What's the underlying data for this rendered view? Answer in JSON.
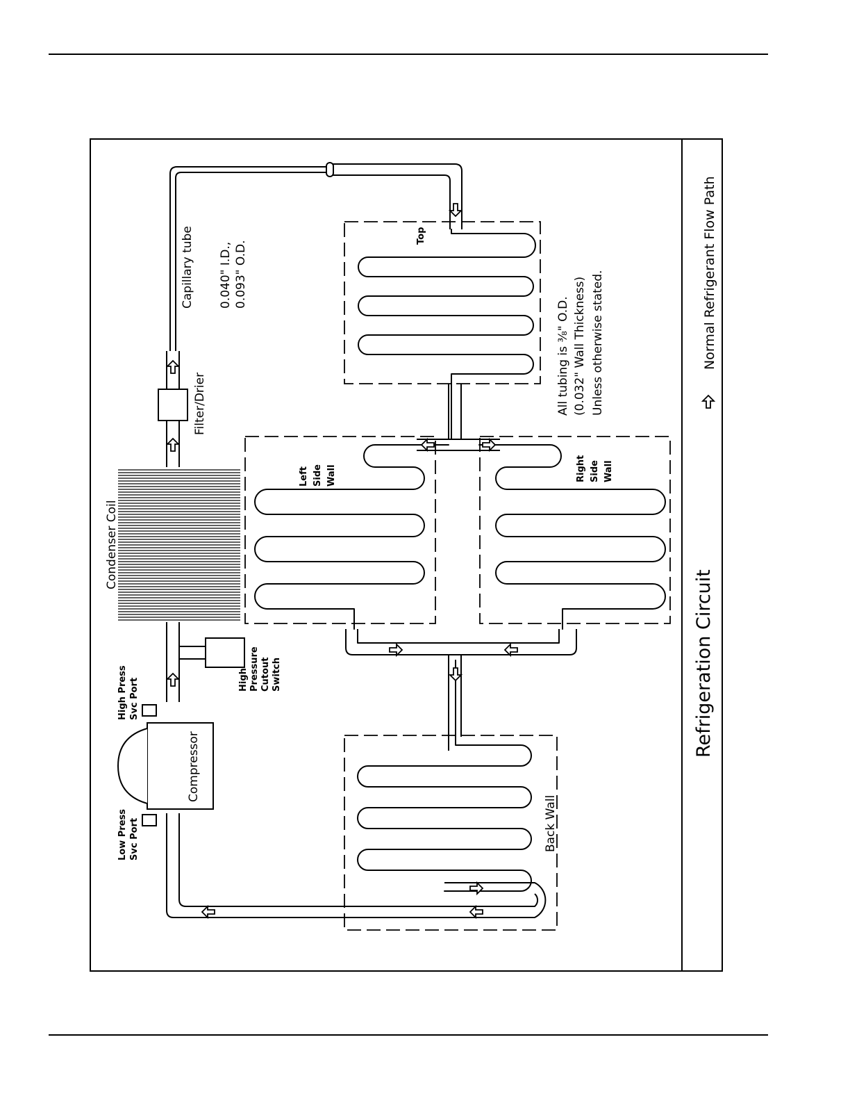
{
  "diagram": {
    "title": "Refrigeration Circuit",
    "legend": "Normal Refrigerant Flow Path",
    "labels": {
      "low_press": [
        "Low Press",
        "Svc Port"
      ],
      "high_press": [
        "High Press",
        "Svc Port"
      ],
      "compressor": "Compressor",
      "condenser": "Condenser Coil",
      "filter": "Filter/Drier",
      "capillary": "Capillary tube",
      "capillary_spec": [
        "0.040\" I.D.,",
        "0.093\" O.D."
      ],
      "hp_switch": [
        "High",
        "Pressure",
        "Cutout",
        "Switch"
      ],
      "left_wall": [
        "Left",
        "Side",
        "Wall"
      ],
      "right_wall": [
        "Right",
        "Side",
        "Wall"
      ],
      "top": "Top",
      "back_wall": "Back Wall",
      "tubing_note": [
        "All tubing is ⅜\" O.D.",
        "(0.032\" Wall Thickness)",
        "Unless otherwise stated."
      ]
    },
    "colors": {
      "line": "#000000",
      "background": "#ffffff"
    }
  }
}
